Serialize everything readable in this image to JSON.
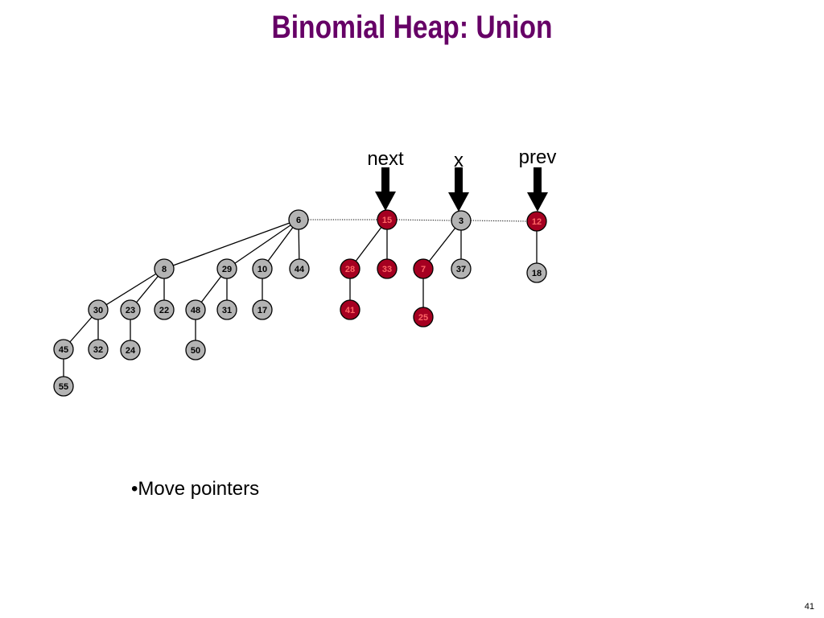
{
  "title": "Binomial Heap:  Union",
  "colors": {
    "title": "#660066",
    "node_gray": "#b3b3b3",
    "node_red": "#a50021",
    "node_red_text": "#ff6666",
    "edge": "#000000"
  },
  "pointers": [
    {
      "label": "next",
      "target": "15"
    },
    {
      "label": "x",
      "target": "3"
    },
    {
      "label": "prev",
      "target": "12"
    }
  ],
  "root_list": [
    "6",
    "15",
    "3",
    "12"
  ],
  "nodes": [
    {
      "key": "6",
      "color": "gray"
    },
    {
      "key": "8",
      "color": "gray"
    },
    {
      "key": "29",
      "color": "gray"
    },
    {
      "key": "10",
      "color": "gray"
    },
    {
      "key": "44",
      "color": "gray"
    },
    {
      "key": "30",
      "color": "gray"
    },
    {
      "key": "23",
      "color": "gray"
    },
    {
      "key": "22",
      "color": "gray"
    },
    {
      "key": "48",
      "color": "gray"
    },
    {
      "key": "31",
      "color": "gray"
    },
    {
      "key": "17",
      "color": "gray"
    },
    {
      "key": "45",
      "color": "gray"
    },
    {
      "key": "32",
      "color": "gray"
    },
    {
      "key": "24",
      "color": "gray"
    },
    {
      "key": "50",
      "color": "gray"
    },
    {
      "key": "55",
      "color": "gray"
    },
    {
      "key": "15",
      "color": "red"
    },
    {
      "key": "28",
      "color": "red"
    },
    {
      "key": "33",
      "color": "red"
    },
    {
      "key": "41",
      "color": "red"
    },
    {
      "key": "3",
      "color": "gray"
    },
    {
      "key": "7",
      "color": "red"
    },
    {
      "key": "37",
      "color": "gray"
    },
    {
      "key": "25",
      "color": "red"
    },
    {
      "key": "12",
      "color": "red"
    },
    {
      "key": "18",
      "color": "gray"
    }
  ],
  "edges": [
    [
      "6",
      "8"
    ],
    [
      "6",
      "29"
    ],
    [
      "6",
      "10"
    ],
    [
      "6",
      "44"
    ],
    [
      "8",
      "30"
    ],
    [
      "8",
      "23"
    ],
    [
      "8",
      "22"
    ],
    [
      "29",
      "48"
    ],
    [
      "29",
      "31"
    ],
    [
      "10",
      "17"
    ],
    [
      "30",
      "45"
    ],
    [
      "30",
      "32"
    ],
    [
      "23",
      "24"
    ],
    [
      "48",
      "50"
    ],
    [
      "45",
      "55"
    ],
    [
      "15",
      "28"
    ],
    [
      "15",
      "33"
    ],
    [
      "28",
      "41"
    ],
    [
      "3",
      "7"
    ],
    [
      "3",
      "37"
    ],
    [
      "7",
      "25"
    ],
    [
      "12",
      "18"
    ]
  ],
  "bullet": "•Move pointers",
  "page_number": "41"
}
